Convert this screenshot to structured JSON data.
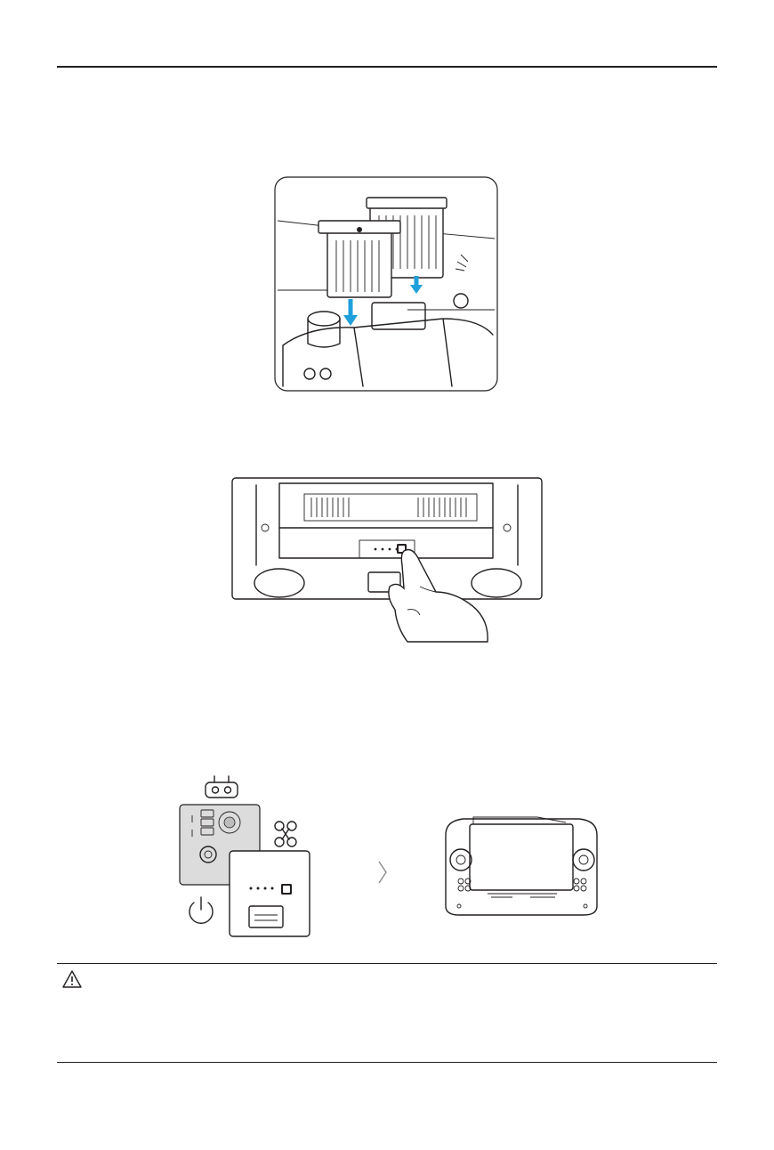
{
  "document": {
    "page": "manual-page",
    "figures": [
      {
        "name": "install-battery-illustration"
      },
      {
        "name": "press-power-button-illustration"
      },
      {
        "name": "power-on-sequence-illustration"
      }
    ],
    "icons": {
      "remote_controller": "remote-controller-icon",
      "aircraft": "aircraft-icon",
      "power": "power-icon",
      "next_step": "chevron-right-icon",
      "warning": "warning-triangle-icon"
    },
    "colors": {
      "ink": "#231f20",
      "arrow_accent": "#1ea0dc",
      "panel_gray": "#dcdcdc"
    }
  }
}
